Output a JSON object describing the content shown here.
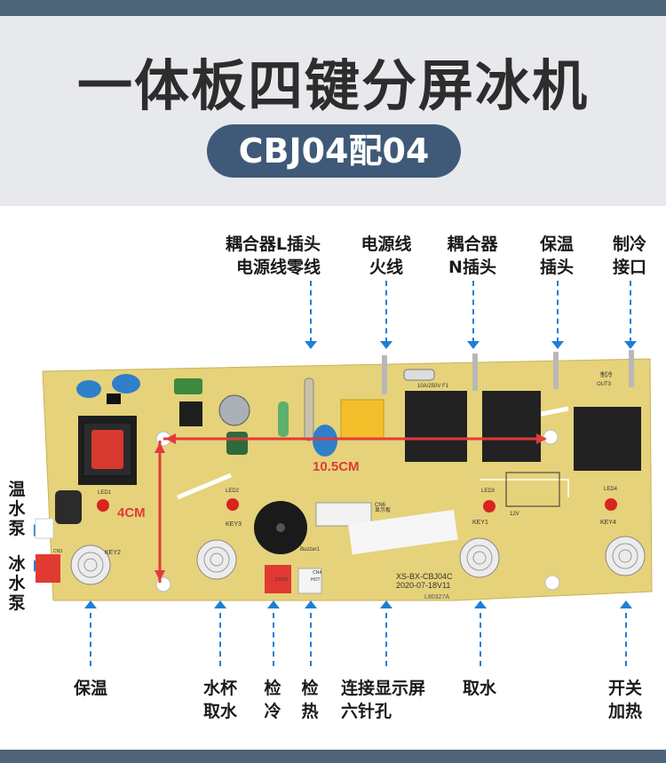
{
  "title": "一体板四键分屏冰机",
  "model": "CBJ04配04",
  "labels_top": [
    {
      "id": "l1",
      "line1": "耦合器L插头",
      "line2": "电源线零线"
    },
    {
      "id": "l2",
      "line1": "电源线",
      "line2": "火线"
    },
    {
      "id": "l3",
      "line1": "耦合器",
      "line2": "N插头"
    },
    {
      "id": "l4",
      "line1": "保温",
      "line2": "插头"
    },
    {
      "id": "l5",
      "line1": "制冷",
      "line2": "接口"
    }
  ],
  "labels_left": [
    {
      "id": "warm",
      "line1": "温",
      "line2": "水",
      "line3": "泵"
    },
    {
      "id": "ice",
      "line1": "冰",
      "line2": "水",
      "line3": "泵"
    }
  ],
  "labels_bottom": [
    {
      "id": "b1",
      "line1": "保温",
      "line2": ""
    },
    {
      "id": "b2",
      "line1": "水杯",
      "line2": "取水"
    },
    {
      "id": "b3",
      "line1": "检",
      "line2": "冷"
    },
    {
      "id": "b4",
      "line1": "检",
      "line2": "热"
    },
    {
      "id": "b5",
      "line1": "连接显示屏",
      "line2": "六针孔"
    },
    {
      "id": "b6",
      "line1": "取水",
      "line2": ""
    },
    {
      "id": "b7",
      "line1": "开关",
      "line2": "加热"
    }
  ],
  "dimensions": {
    "width": "10.5CM",
    "height": "4CM"
  },
  "board_text": {
    "pcb_id": "XS-BX-CBJ04C",
    "pcb_date": "2020-07-18V11",
    "batch": "L80327A",
    "buzzer": "Buzzer1",
    "display": "显示板",
    "cn6": "CN6",
    "cn4": "CN4",
    "cn3": "CN3",
    "hot": "HOT",
    "cold": "COLD",
    "key1": "KEY1",
    "key2": "KEY2",
    "key3": "KEY3",
    "key4": "KEY4",
    "led1": "LED1",
    "led2": "LED2",
    "led3": "LED3",
    "led4": "LED4",
    "fuse": "10A/250V F1",
    "out3": "OUT3",
    "heat_label": "制冷",
    "v12": "12V"
  },
  "colors": {
    "band": "#4e6479",
    "pill": "#3f5a78",
    "pcb": "#e6d27a",
    "relay": "#222222",
    "arrow": "#1e7fd6",
    "dim": "#e23a3a"
  }
}
